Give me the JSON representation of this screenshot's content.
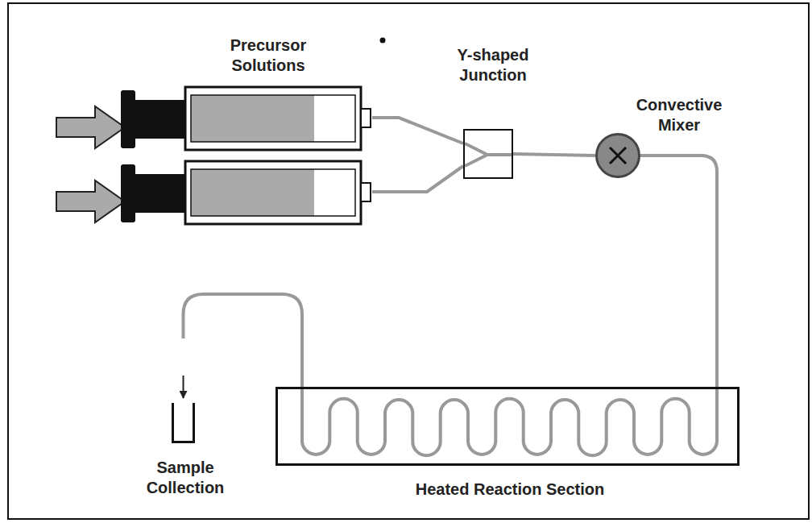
{
  "diagram": {
    "nodes": [
      {
        "text": [
          "Precursor Solutions"
        ]
      },
      {
        "text": [
          "Y-shaped Junction"
        ]
      },
      {
        "text": [
          "Convective Mixer"
        ]
      },
      {
        "text": [
          "Heated Reaction Section"
        ]
      },
      {
        "text": [
          "Sample Collection"
        ]
      }
    ],
    "edges": [
      {
        "from": 0,
        "to": 1,
        "arrow": "none"
      },
      {
        "from": 0,
        "to": 1,
        "arrow": "none"
      },
      {
        "from": 1,
        "to": 2,
        "arrow": "none"
      },
      {
        "from": 2,
        "to": 3,
        "arrow": "none"
      },
      {
        "from": 3,
        "to": 4,
        "arrow": "to"
      }
    ]
  }
}
